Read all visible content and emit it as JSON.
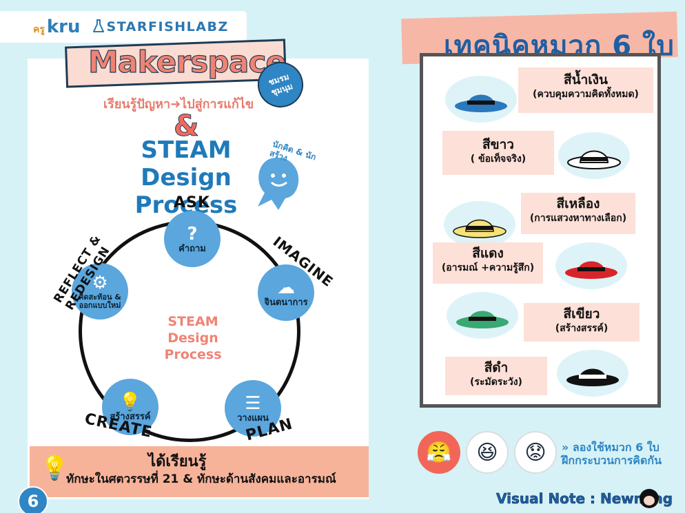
{
  "header": {
    "brand_prefix": "ครู",
    "brand_main": "kru",
    "brand_partner": "STARFISHLABZ"
  },
  "left": {
    "title": "Makerspace",
    "badge": "ชมรม\nชุมนุม",
    "subtitle": "เรียนรู้ปัญหา➜ไปสู่การแก้ไข",
    "ampersand": "&",
    "steam_title": "STEAM Design Process",
    "mascot_note": "นักคิด & นักสร้าง",
    "center_label": "STEAM Design Process",
    "stages": {
      "ask": {
        "stage": "ASK",
        "label": "คำถาม",
        "icon": "?"
      },
      "imagine": {
        "stage": "IMAGINE",
        "label": "จินตนาการ",
        "icon": "☁"
      },
      "plan": {
        "stage": "PLAN",
        "label": "วางแผน",
        "icon": "☰"
      },
      "create": {
        "stage": "CREATE",
        "label": "สร้างสรรค์",
        "icon": "💡"
      },
      "reflect": {
        "stage": "REFLECT & REDESIGN",
        "label": "คิดสะท้อน & ออกแบบใหม่",
        "icon": "⚙"
      }
    },
    "learn_title": "ได้เรียนรู้",
    "learn_text": "ทักษะในศตวรรษที่ 21 & ทักษะด้านสังคมและอารมณ์",
    "page_number": "6"
  },
  "right": {
    "title": "เทคนิคหมวก 6 ใบ",
    "hats": [
      {
        "name": "สีน้ำเงิน",
        "desc": "(ควบคุมความคิดทั้งหมด)",
        "color": "#2b78bd"
      },
      {
        "name": "สีขาว",
        "desc": "( ข้อเท็จจริง)",
        "color": "#ffffff"
      },
      {
        "name": "สีเหลือง",
        "desc": "(การแสวงหาทางเลือก)",
        "color": "#f6e27a"
      },
      {
        "name": "สีแดง",
        "desc": "(อารมณ์ +ความรู้สึก)",
        "color": "#d7262a"
      },
      {
        "name": "สีเขียว",
        "desc": "(สร้างสรรค์)",
        "color": "#3aa872"
      },
      {
        "name": "สีดำ",
        "desc": "(ระมัดระวัง)",
        "color": "#111111"
      }
    ],
    "try_text": "» ลองใช้หมวก 6 ใบ\n   ฝึกกระบวนการคิดกัน",
    "credit": "Visual Note : Newnang"
  }
}
